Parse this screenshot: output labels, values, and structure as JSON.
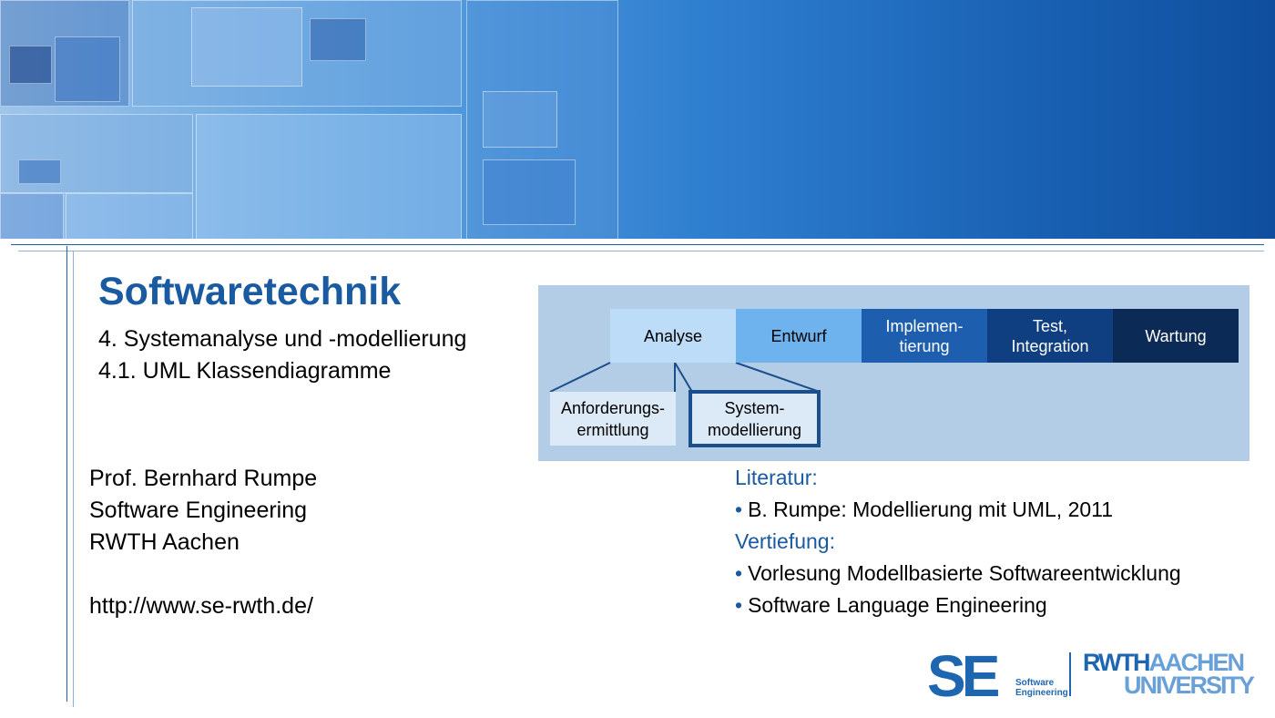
{
  "header": {
    "title": "Softwaretechnik"
  },
  "subtitles": [
    "4. Systemanalyse und -modellierung",
    "4.1. UML Klassendiagramme"
  ],
  "process": {
    "phases": [
      {
        "label": "Analyse",
        "color": "#bcdcf7",
        "text_color": "#000000"
      },
      {
        "label": "Entwurf",
        "color": "#6fb3ee",
        "text_color": "#000000"
      },
      {
        "label": "Implemen-\ntierung",
        "color": "#1d5fae",
        "text_color": "#ffffff"
      },
      {
        "label": "Test,\nIntegration",
        "color": "#0f3f80",
        "text_color": "#ffffff"
      },
      {
        "label": "Wartung",
        "color": "#0b2a55",
        "text_color": "#ffffff"
      }
    ],
    "subphases": [
      {
        "label": "Anforderungs-\nermittlung",
        "selected": false
      },
      {
        "label": "System-\nmodellierung",
        "selected": true
      }
    ]
  },
  "author": {
    "name": "Prof. Bernhard Rumpe",
    "dept": "Software Engineering",
    "uni": "RWTH Aachen",
    "url": "http://www.se-rwth.de/"
  },
  "literature": {
    "heading": "Literatur:",
    "items": [
      "B. Rumpe: Modellierung mit UML, 2011"
    ],
    "deep_heading": "Vertiefung:",
    "deep_items": [
      "Vorlesung Modellbasierte Softwareentwicklung",
      "Software Language Engineering"
    ]
  },
  "logos": {
    "se": "SE",
    "se_sub": "Software\nEngineering",
    "rwth_bold": "RWTH",
    "rwth_light": "AACHEN",
    "university": "UNIVERSITY"
  },
  "colors": {
    "accent": "#1a5aa0"
  }
}
